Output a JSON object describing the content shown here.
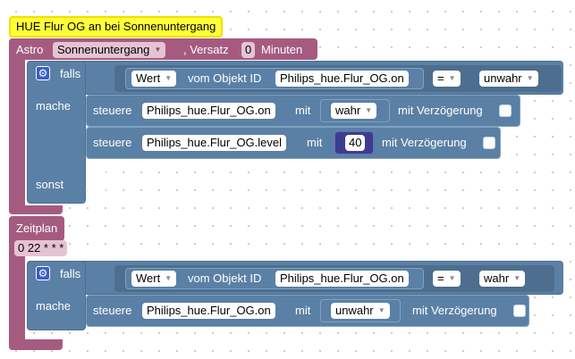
{
  "comment": "HUE Flur OG an bei Sonnenuntergang",
  "astro": {
    "label": "Astro",
    "event": "Sonnenuntergang",
    "offset_label": ", Versatz",
    "offset_value": "0",
    "unit": "Minuten",
    "if_block": {
      "falls": "falls",
      "mache": "mache",
      "sonst": "sonst",
      "condition": {
        "wert": "Wert",
        "object_label": "vom Objekt ID",
        "object_id": "Philips_hue.Flur_OG.on",
        "operator": "=",
        "value": "unwahr"
      },
      "statements": [
        {
          "steuere": "steuere",
          "target": "Philips_hue.Flur_OG.on",
          "mit": "mit",
          "value": "wahr",
          "delay_label": "mit Verzögerung"
        },
        {
          "steuere": "steuere",
          "target": "Philips_hue.Flur_OG.level",
          "mit": "mit",
          "value": "40",
          "delay_label": "mit Verzögerung"
        }
      ]
    }
  },
  "schedule": {
    "label": "Zeitplan",
    "cron": "0 22 * * *",
    "if_block": {
      "falls": "falls",
      "mache": "mache",
      "condition": {
        "wert": "Wert",
        "object_label": "vom Objekt ID",
        "object_id": "Philips_hue.Flur_OG.on",
        "operator": "=",
        "value": "wahr"
      },
      "statements": [
        {
          "steuere": "steuere",
          "target": "Philips_hue.Flur_OG.on",
          "mit": "mit",
          "value": "unwahr",
          "delay_label": "mit Verzögerung"
        }
      ]
    }
  },
  "icons": {
    "gear": "gear-icon",
    "dropdown": "dropdown-arrow-icon"
  },
  "colors": {
    "comment_bg": "#feff38",
    "trigger_block": "#a55b80",
    "control_block": "#5b80a5",
    "condition_block": "#4d6e8f"
  }
}
